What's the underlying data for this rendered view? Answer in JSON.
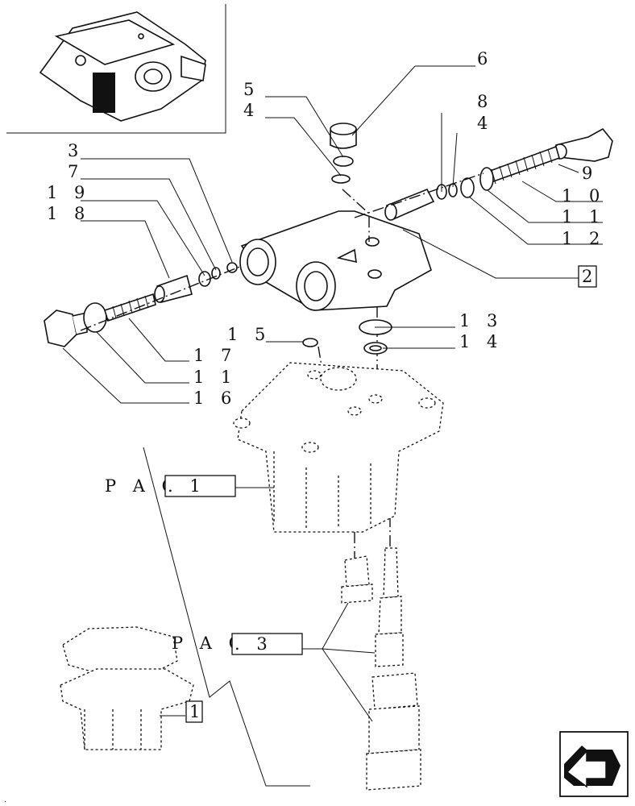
{
  "callouts": {
    "c6": "6",
    "c5": "5",
    "c4a": "4",
    "c8": "8",
    "c4b": "4",
    "c9": "9",
    "c10": "1 0",
    "c11a": "1 1",
    "c12": "1 2",
    "c3": "3",
    "c7": "7",
    "c19": "1 9",
    "c18": "1 8",
    "c13": "1 3",
    "c14": "1 4",
    "c15": "1 5",
    "c17": "1 7",
    "c11b": "1 1",
    "c16": "1 6"
  },
  "refs": {
    "box2": "2",
    "pag1_prefix": "P A G",
    "pag1_value": ".   1",
    "pag3_prefix": "P A G",
    "pag3_value": ".   3",
    "box1": "1"
  },
  "nav": {
    "icon": "next-page-arrow-icon"
  },
  "colors": {
    "ink": "#111111",
    "paper": "#ffffff"
  }
}
